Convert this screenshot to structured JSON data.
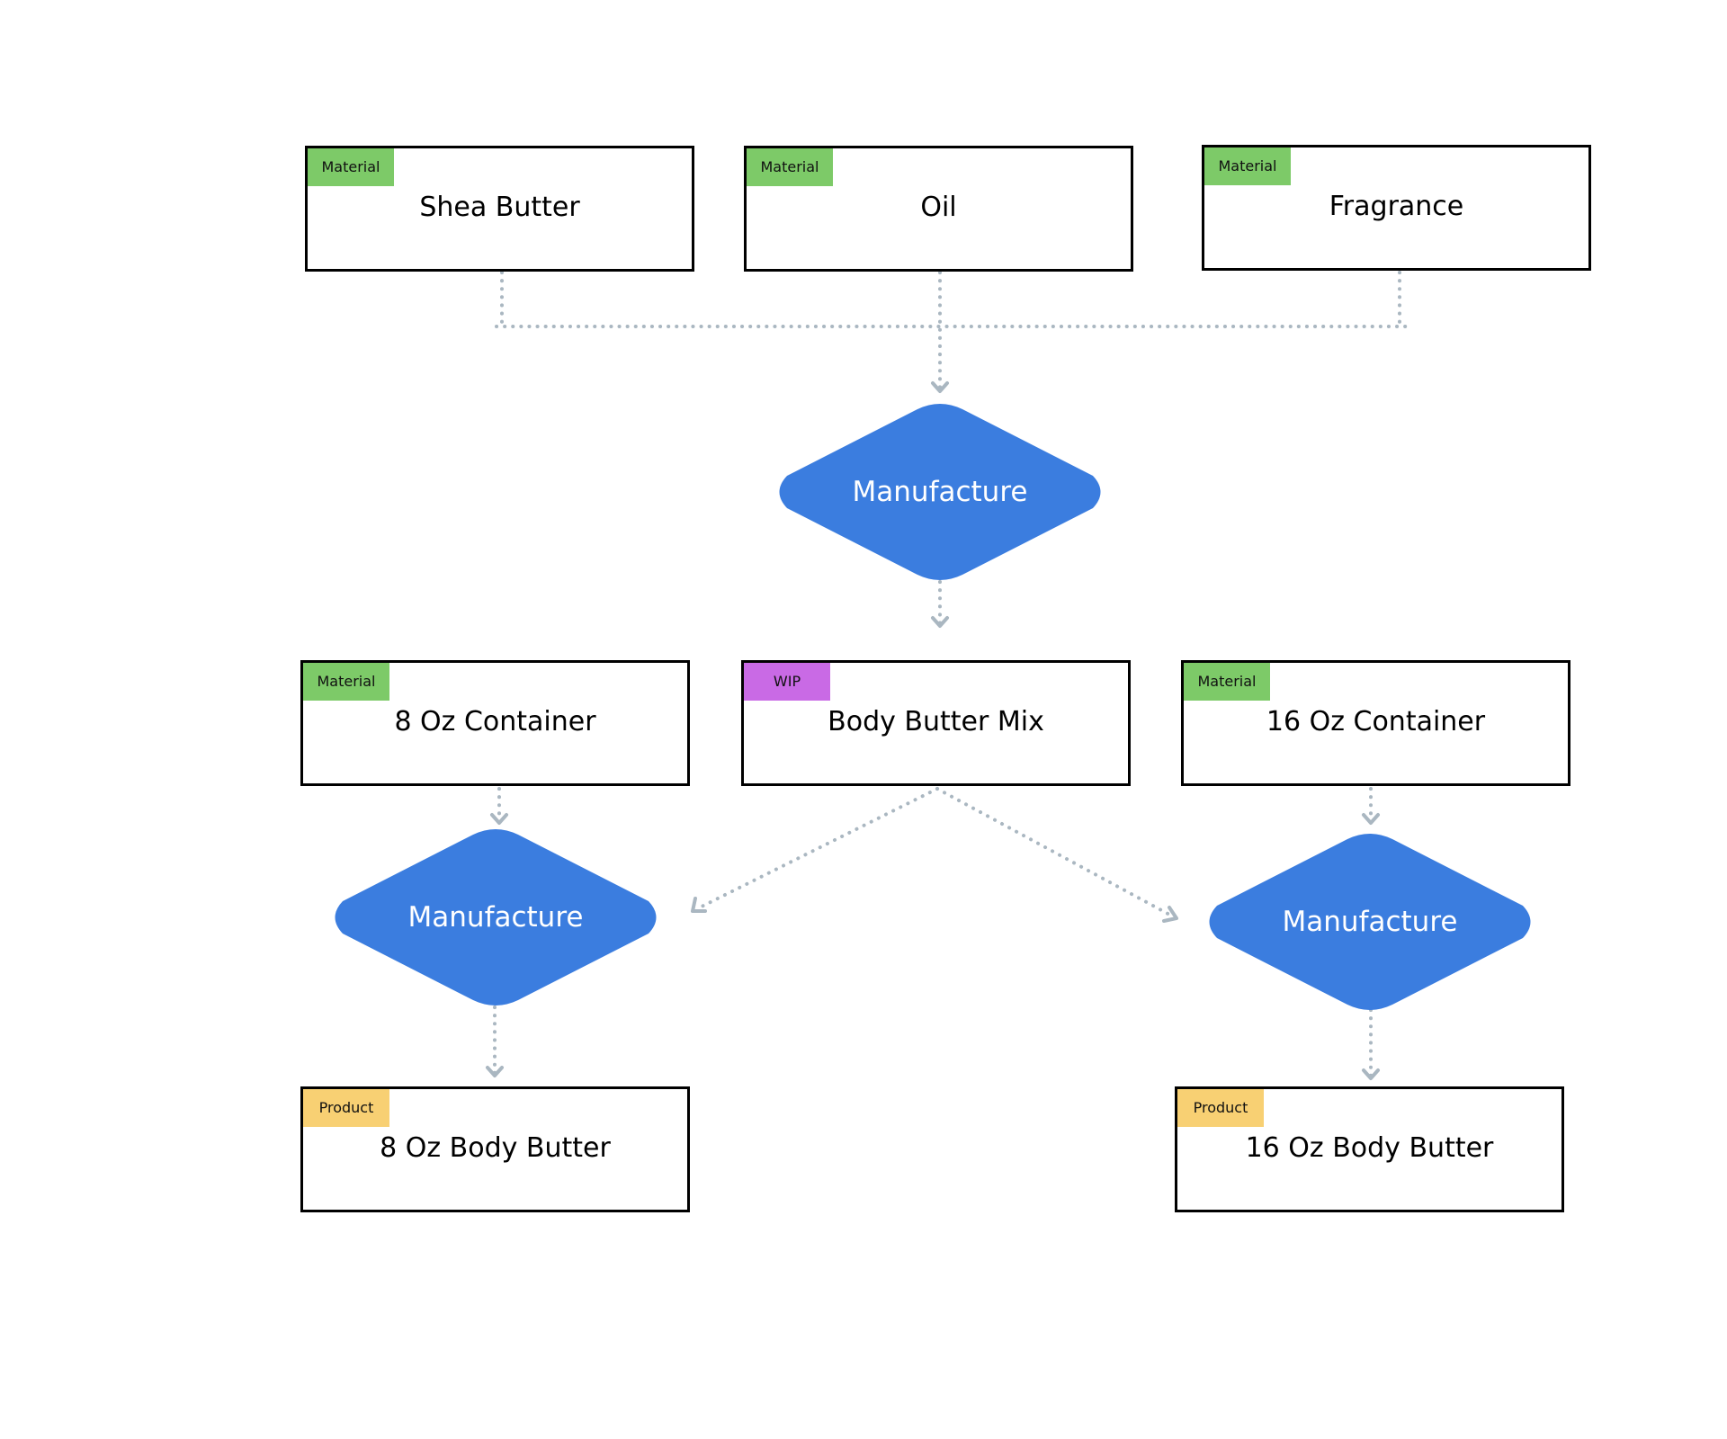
{
  "colors": {
    "material": "#7dca68",
    "wip": "#c96ae5",
    "product": "#f8d073",
    "process": "#3b7ddf",
    "connector": "#aab7c1",
    "border": "#000000"
  },
  "nodes": {
    "shea_butter": {
      "type": "material",
      "tag": "Material",
      "label": "Shea Butter"
    },
    "oil": {
      "type": "material",
      "tag": "Material",
      "label": "Oil"
    },
    "fragrance": {
      "type": "material",
      "tag": "Material",
      "label": "Fragrance"
    },
    "manufacture_main": {
      "type": "process",
      "label": "Manufacture"
    },
    "container_8oz": {
      "type": "material",
      "tag": "Material",
      "label": "8 Oz Container"
    },
    "body_butter_mix": {
      "type": "wip",
      "tag": "WIP",
      "label": "Body Butter Mix"
    },
    "container_16oz": {
      "type": "material",
      "tag": "Material",
      "label": "16 Oz Container"
    },
    "manufacture_8oz": {
      "type": "process",
      "label": "Manufacture"
    },
    "manufacture_16oz": {
      "type": "process",
      "label": "Manufacture"
    },
    "body_butter_8oz": {
      "type": "product",
      "tag": "Product",
      "label": "8 Oz Body Butter"
    },
    "body_butter_16oz": {
      "type": "product",
      "tag": "Product",
      "label": "16 Oz Body Butter"
    }
  },
  "edges": [
    {
      "from": "shea_butter",
      "to": "manufacture_main"
    },
    {
      "from": "oil",
      "to": "manufacture_main"
    },
    {
      "from": "fragrance",
      "to": "manufacture_main"
    },
    {
      "from": "manufacture_main",
      "to": "body_butter_mix"
    },
    {
      "from": "container_8oz",
      "to": "manufacture_8oz"
    },
    {
      "from": "body_butter_mix",
      "to": "manufacture_8oz"
    },
    {
      "from": "body_butter_mix",
      "to": "manufacture_16oz"
    },
    {
      "from": "container_16oz",
      "to": "manufacture_16oz"
    },
    {
      "from": "manufacture_8oz",
      "to": "body_butter_8oz"
    },
    {
      "from": "manufacture_16oz",
      "to": "body_butter_16oz"
    }
  ]
}
